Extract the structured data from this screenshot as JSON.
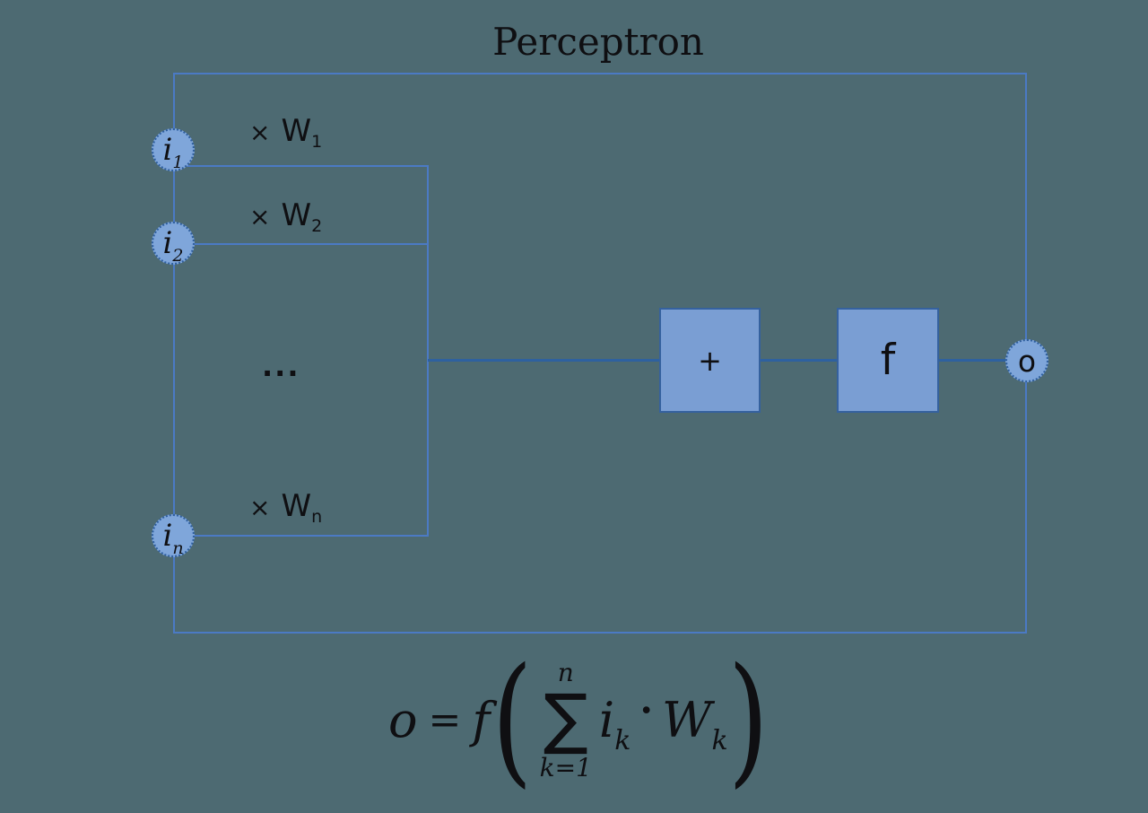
{
  "title": "Perceptron",
  "colors": {
    "background": "#4d6a72",
    "node_fill": "#7fa6da",
    "node_border": "#2f5f9f",
    "box_fill": "#7a9ed3",
    "box_border": "#35619e",
    "connector": "#4b7ac4",
    "connector_dark": "#2e619f",
    "frame": "#4b7ac4",
    "ink": "#0f0f12"
  },
  "nodes": {
    "inputs": [
      {
        "base": "i",
        "sub": "1"
      },
      {
        "base": "i",
        "sub": "2"
      },
      {
        "base": "i",
        "sub": "n"
      }
    ],
    "output": {
      "label": "o"
    }
  },
  "weights": [
    {
      "op": "×",
      "base": "W",
      "sub": "1"
    },
    {
      "op": "×",
      "base": "W",
      "sub": "2"
    },
    {
      "op": "×",
      "base": "W",
      "sub": "n"
    }
  ],
  "ellipsis": "...",
  "blocks": {
    "sum": "+",
    "activation": "f"
  },
  "formula": {
    "lhs": "o",
    "equals": "=",
    "function": "f",
    "open_paren": "(",
    "sum_symbol": "∑",
    "sum_upper": "n",
    "sum_lower": "k=1",
    "term_base": "i",
    "term_sub": "k",
    "operator": "·",
    "weight_base": "W",
    "weight_sub": "k",
    "close_paren": ")"
  }
}
